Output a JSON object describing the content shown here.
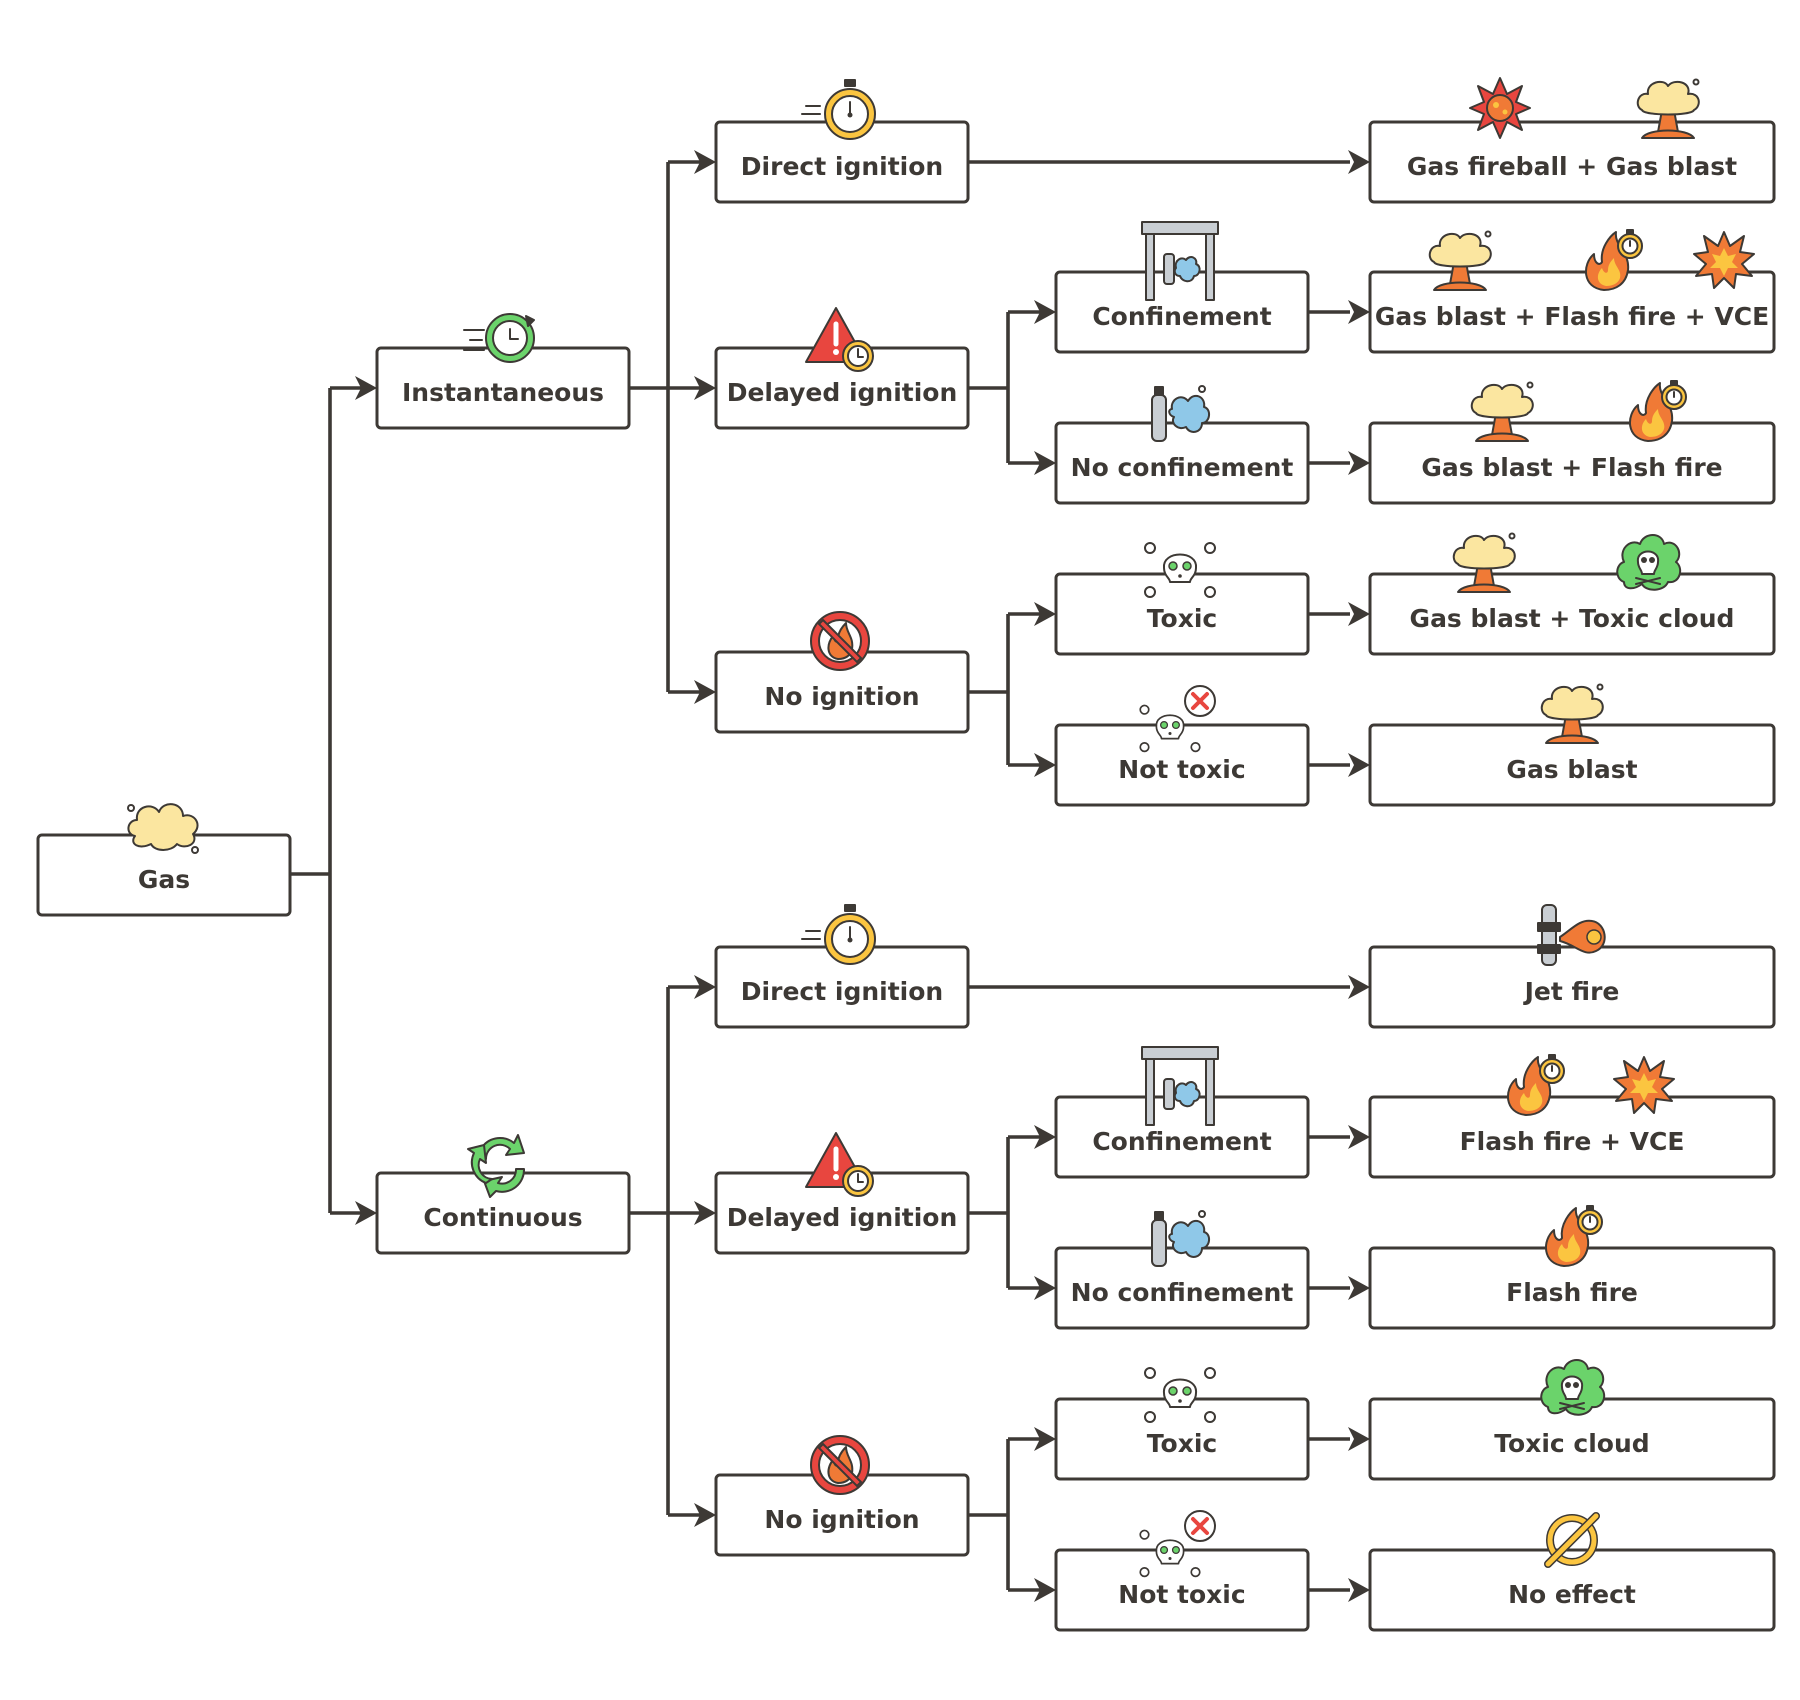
{
  "colors": {
    "ink": "#3d3935",
    "cloud_yellow": "#fbe6a0",
    "fire_orange": "#f07a36",
    "fire_yellow": "#fbc540",
    "alarm_red": "#e8463f",
    "toxic_green": "#6bd36b",
    "pipe_grey": "#c9ced3",
    "water_blue": "#8fc8e8"
  },
  "diagram": {
    "root": {
      "label": "Gas",
      "icon": "gas-cloud-icon"
    },
    "release": {
      "instantaneous": {
        "label": "Instantaneous",
        "icon": "fast-clock-icon"
      },
      "continuous": {
        "label": "Continuous",
        "icon": "recycle-arrows-icon"
      }
    },
    "instantaneous": {
      "direct": {
        "label": "Direct ignition",
        "icon": "stopwatch-icon",
        "outcome": "Gas fireball + Gas blast",
        "outcome_icons": [
          "fireball-icon",
          "mushroom-cloud-icon"
        ]
      },
      "delayed": {
        "label": "Delayed ignition",
        "icon": "warning-clock-icon"
      },
      "confinement": {
        "label": "Confinement",
        "icon": "confinement-frame-icon",
        "outcome": "Gas blast + Flash fire +  VCE",
        "outcome_icons": [
          "mushroom-cloud-icon",
          "flash-fire-icon",
          "explosion-icon"
        ]
      },
      "no_confinement": {
        "label": "No confinement",
        "icon": "gas-cylinder-leak-icon",
        "outcome": "Gas blast + Flash fire",
        "outcome_icons": [
          "mushroom-cloud-icon",
          "flash-fire-icon"
        ]
      },
      "no_ignition": {
        "label": "No ignition",
        "icon": "no-fire-icon"
      },
      "toxic": {
        "label": "Toxic",
        "icon": "skull-crossbones-icon",
        "outcome": "Gas blast +  Toxic cloud",
        "outcome_icons": [
          "mushroom-cloud-icon",
          "toxic-cloud-icon"
        ]
      },
      "not_toxic": {
        "label": "Not toxic",
        "icon": "skull-crossed-out-icon",
        "outcome": "Gas blast",
        "outcome_icons": [
          "mushroom-cloud-icon"
        ]
      }
    },
    "continuous": {
      "direct": {
        "label": "Direct ignition",
        "icon": "stopwatch-icon",
        "outcome": "Jet fire",
        "outcome_icons": [
          "jet-fire-icon"
        ]
      },
      "delayed": {
        "label": "Delayed ignition",
        "icon": "warning-clock-icon"
      },
      "confinement": {
        "label": "Confinement",
        "icon": "confinement-frame-icon",
        "outcome": "Flash fire + VCE",
        "outcome_icons": [
          "flash-fire-icon",
          "explosion-icon"
        ]
      },
      "no_confinement": {
        "label": "No confinement",
        "icon": "gas-cylinder-leak-icon",
        "outcome": "Flash fire",
        "outcome_icons": [
          "flash-fire-icon"
        ]
      },
      "no_ignition": {
        "label": "No ignition",
        "icon": "no-fire-icon"
      },
      "toxic": {
        "label": "Toxic",
        "icon": "skull-crossbones-icon",
        "outcome": "Toxic cloud",
        "outcome_icons": [
          "toxic-cloud-icon"
        ]
      },
      "not_toxic": {
        "label": "Not toxic",
        "icon": "skull-crossed-out-icon",
        "outcome": "No effect",
        "outcome_icons": [
          "no-effect-icon"
        ]
      }
    }
  }
}
